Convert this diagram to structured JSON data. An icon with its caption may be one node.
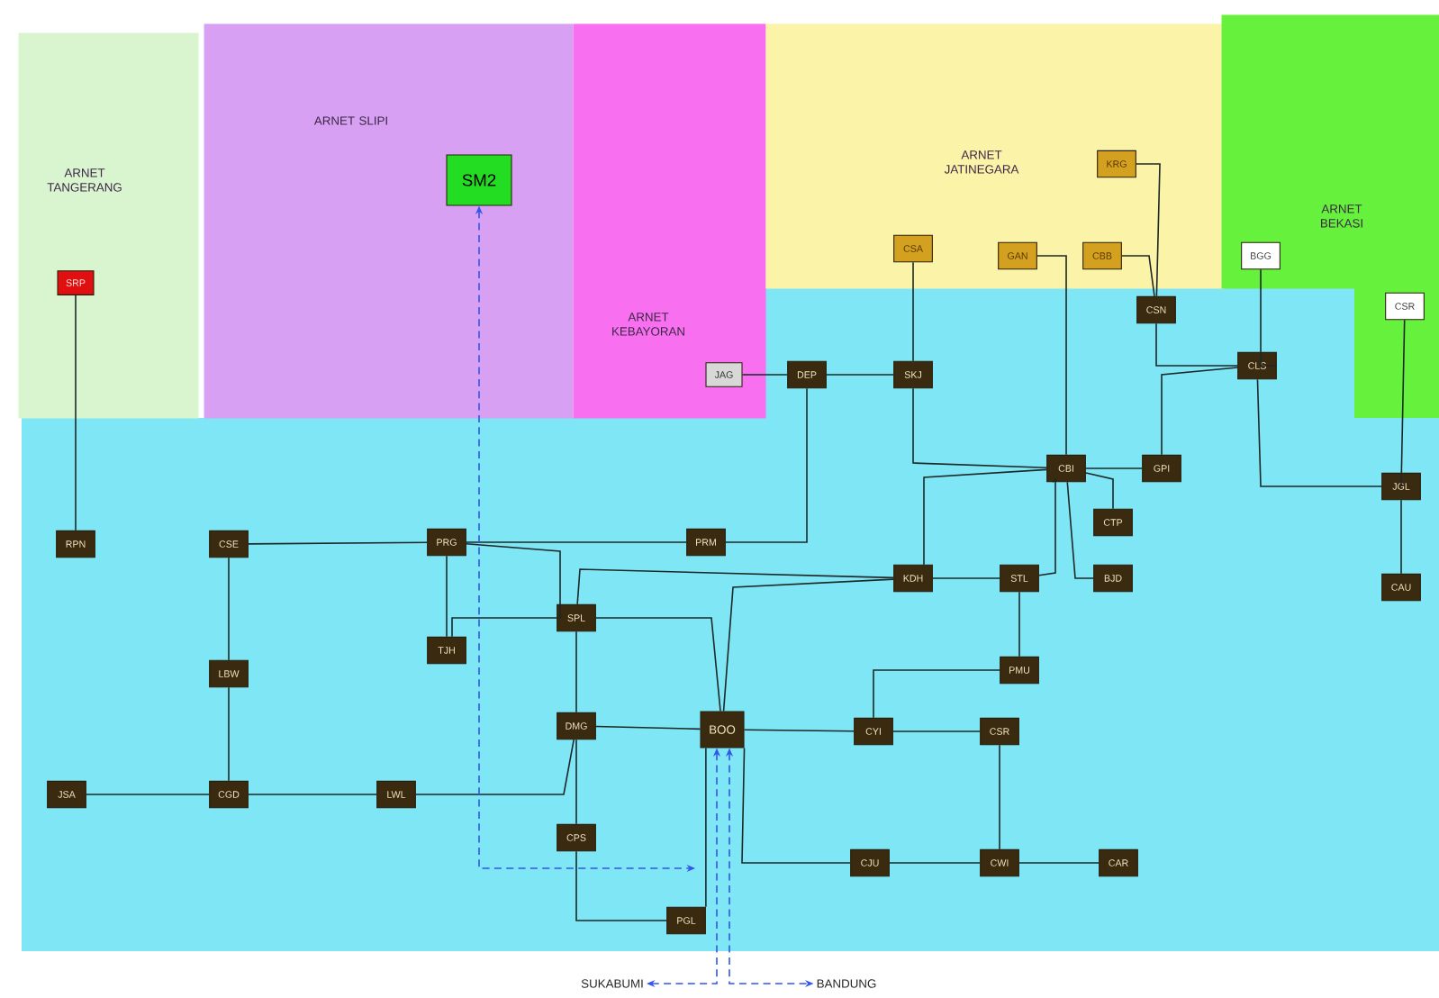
{
  "diagram": {
    "nodes": [
      {
        "text": [
          "ARNET TANGERANG"
        ]
      },
      {
        "text": [
          "SRP"
        ],
        "in": 0
      },
      {
        "text": [
          "ARNET SLIPI"
        ]
      },
      {
        "text": [
          "SM2"
        ],
        "in": 2
      },
      {
        "text": [
          "ARNET KEBAYORAN"
        ]
      },
      {
        "text": [
          "JAG"
        ],
        "in": 4
      },
      {
        "text": [
          "ARNET JATINEGARA"
        ]
      },
      {
        "text": [
          "KRG"
        ],
        "in": 6
      },
      {
        "text": [
          "CSA"
        ],
        "in": 6
      },
      {
        "text": [
          "GAN"
        ],
        "in": 6
      },
      {
        "text": [
          "CBB"
        ],
        "in": 6
      },
      {
        "text": [
          "ARNET BEKASI"
        ]
      },
      {
        "text": [
          "BGG"
        ],
        "in": 11
      },
      {
        "text": [
          "CSR"
        ]
      },
      {
        "text": [
          "DEP"
        ]
      },
      {
        "text": [
          "SKJ"
        ]
      },
      {
        "text": [
          "CSN"
        ]
      },
      {
        "text": [
          "CLS"
        ]
      },
      {
        "text": [
          "CBI"
        ]
      },
      {
        "text": [
          "GPI"
        ]
      },
      {
        "text": [
          "CTP"
        ]
      },
      {
        "text": [
          "BJD"
        ]
      },
      {
        "text": [
          "JGL"
        ]
      },
      {
        "text": [
          "CAU"
        ]
      },
      {
        "text": [
          "RPN"
        ]
      },
      {
        "text": [
          "CSE"
        ]
      },
      {
        "text": [
          "PRG"
        ]
      },
      {
        "text": [
          "PRM"
        ]
      },
      {
        "text": [
          "TJH"
        ]
      },
      {
        "text": [
          "SPL"
        ]
      },
      {
        "text": [
          "KDH"
        ]
      },
      {
        "text": [
          "STL"
        ]
      },
      {
        "text": [
          "PMU"
        ]
      },
      {
        "text": [
          "LBW"
        ]
      },
      {
        "text": [
          "DMG"
        ]
      },
      {
        "text": [
          "BOO"
        ]
      },
      {
        "text": [
          "CYI"
        ]
      },
      {
        "text": [
          "CSR"
        ]
      },
      {
        "text": [
          "JSA"
        ]
      },
      {
        "text": [
          "CGD"
        ]
      },
      {
        "text": [
          "LWL"
        ]
      },
      {
        "text": [
          "CPS"
        ]
      },
      {
        "text": [
          "CJU"
        ]
      },
      {
        "text": [
          "CWI"
        ]
      },
      {
        "text": [
          "CAR"
        ]
      },
      {
        "text": [
          "PGL"
        ]
      },
      {
        "text": [
          "SUKABUMI"
        ]
      },
      {
        "text": [
          "BANDUNG"
        ]
      }
    ],
    "edges": [
      {
        "from": 1,
        "to": 24,
        "arrow": "none"
      },
      {
        "from": 5,
        "to": 14,
        "arrow": "none"
      },
      {
        "from": 14,
        "to": 15,
        "arrow": "none"
      },
      {
        "from": 14,
        "to": 27,
        "arrow": "none"
      },
      {
        "from": 8,
        "to": 15,
        "arrow": "none"
      },
      {
        "from": 15,
        "to": 18,
        "arrow": "none"
      },
      {
        "from": 9,
        "to": 18,
        "arrow": "none"
      },
      {
        "from": 10,
        "to": 16,
        "arrow": "none"
      },
      {
        "from": 7,
        "to": 16,
        "arrow": "none"
      },
      {
        "from": 16,
        "to": 17,
        "arrow": "none"
      },
      {
        "from": 12,
        "to": 17,
        "arrow": "none"
      },
      {
        "from": 17,
        "to": 19,
        "arrow": "none"
      },
      {
        "from": 17,
        "to": 22,
        "arrow": "none"
      },
      {
        "from": 13,
        "to": 22,
        "arrow": "none"
      },
      {
        "from": 22,
        "to": 23,
        "arrow": "none"
      },
      {
        "from": 18,
        "to": 19,
        "arrow": "none"
      },
      {
        "from": 18,
        "to": 20,
        "arrow": "none"
      },
      {
        "from": 18,
        "to": 21,
        "arrow": "none"
      },
      {
        "from": 18,
        "to": 30,
        "arrow": "none"
      },
      {
        "from": 18,
        "to": 31,
        "arrow": "none"
      },
      {
        "from": 30,
        "to": 31,
        "arrow": "none"
      },
      {
        "from": 30,
        "to": 29,
        "arrow": "none"
      },
      {
        "from": 30,
        "to": 35,
        "arrow": "none"
      },
      {
        "from": 26,
        "to": 27,
        "arrow": "none"
      },
      {
        "from": 25,
        "to": 26,
        "arrow": "none"
      },
      {
        "from": 26,
        "to": 29,
        "arrow": "none"
      },
      {
        "from": 26,
        "to": 28,
        "arrow": "none"
      },
      {
        "from": 29,
        "to": 28,
        "arrow": "none"
      },
      {
        "from": 29,
        "to": 35,
        "arrow": "none"
      },
      {
        "from": 29,
        "to": 34,
        "arrow": "none"
      },
      {
        "from": 34,
        "to": 35,
        "arrow": "none"
      },
      {
        "from": 34,
        "to": 40,
        "arrow": "none"
      },
      {
        "from": 40,
        "to": 39,
        "arrow": "none"
      },
      {
        "from": 39,
        "to": 38,
        "arrow": "none"
      },
      {
        "from": 39,
        "to": 33,
        "arrow": "none"
      },
      {
        "from": 33,
        "to": 25,
        "arrow": "none"
      },
      {
        "from": 34,
        "to": 41,
        "arrow": "none"
      },
      {
        "from": 41,
        "to": 45,
        "arrow": "none"
      },
      {
        "from": 45,
        "to": 35,
        "arrow": "none"
      },
      {
        "from": 35,
        "to": 36,
        "arrow": "none"
      },
      {
        "from": 36,
        "to": 37,
        "arrow": "none"
      },
      {
        "from": 36,
        "to": 32,
        "arrow": "none"
      },
      {
        "from": 32,
        "to": 31,
        "arrow": "none"
      },
      {
        "from": 37,
        "to": 43,
        "arrow": "none"
      },
      {
        "from": 43,
        "to": 42,
        "arrow": "none"
      },
      {
        "from": 43,
        "to": 44,
        "arrow": "none"
      },
      {
        "from": 35,
        "to": 42,
        "arrow": "none"
      },
      {
        "from": 3,
        "to": null,
        "arrow": "both",
        "style": "dashed",
        "color": "#3355ee"
      },
      {
        "from": 35,
        "to": 46,
        "arrow": "both",
        "style": "dashed",
        "color": "#3355ee"
      },
      {
        "from": 35,
        "to": 47,
        "arrow": "both",
        "style": "dashed",
        "color": "#3355ee"
      }
    ]
  }
}
